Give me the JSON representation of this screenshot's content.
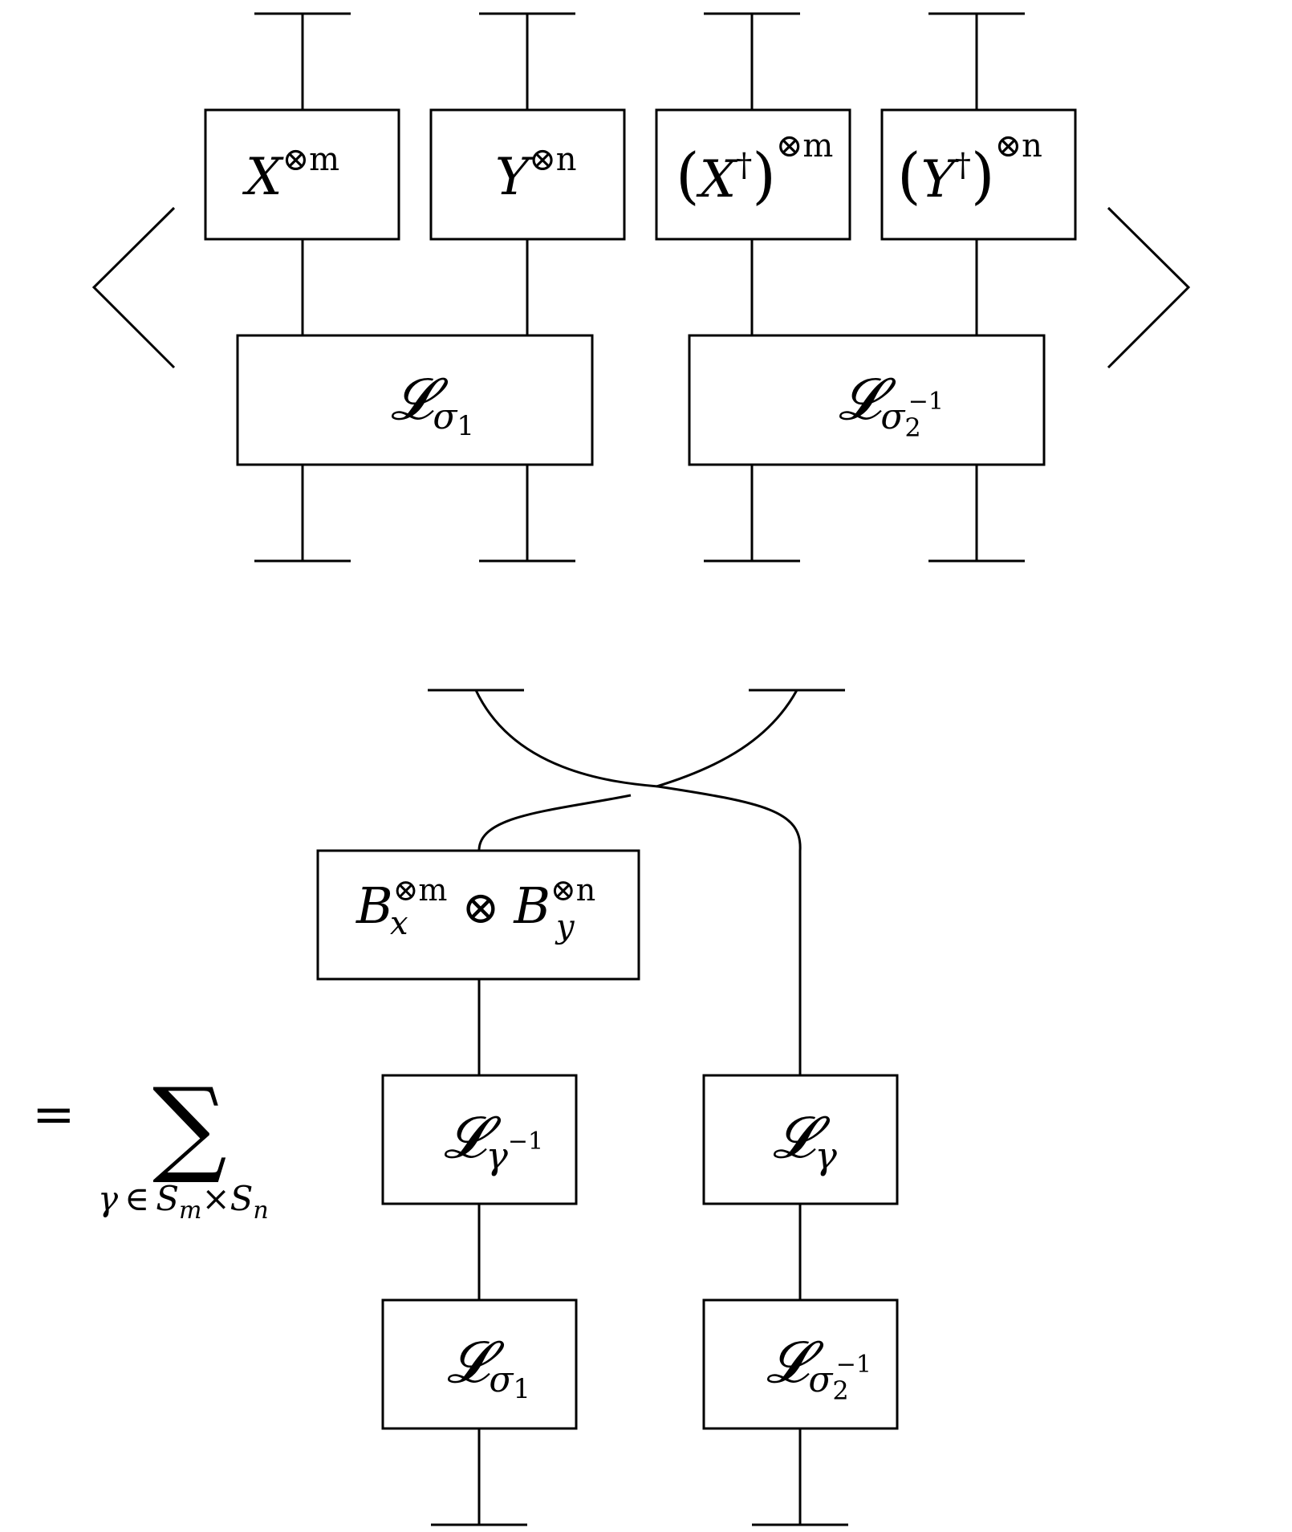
{
  "top_equation": {
    "bra": "⟨",
    "ket": "⟩",
    "boxes": {
      "x_tensor_m": {
        "base": "X",
        "sup": "⊗m"
      },
      "y_tensor_n": {
        "base": "Y",
        "sup": "⊗n"
      },
      "x_dagger_m": {
        "open": "(",
        "base": "X",
        "dagger": "†",
        "close": ")",
        "sup": "⊗m"
      },
      "y_dagger_n": {
        "open": "(",
        "base": "Y",
        "dagger": "†",
        "close": ")",
        "sup": "⊗n"
      },
      "l_sigma1": {
        "base": "𝓛",
        "sub": "σ",
        "subsub": "1"
      },
      "l_sigma2_inv": {
        "base": "𝓛",
        "sub": "σ",
        "subsub": "2",
        "subsup": "−1"
      }
    }
  },
  "bottom_equation": {
    "equals": "=",
    "sum_symbol": "∑",
    "sum_index": {
      "var": "γ",
      "in": "∈",
      "s1": "S",
      "s1sub": "m",
      "times": "×",
      "s2": "S",
      "s2sub": "n"
    },
    "boxes": {
      "bx_by": {
        "b1": "B",
        "b1sub": "x",
        "b1sup": "⊗m",
        "otimes": "⊗",
        "b2": "B",
        "b2sub": "y",
        "b2sup": "⊗n"
      },
      "l_gamma_inv": {
        "base": "𝓛",
        "sub": "γ",
        "subsup": "−1"
      },
      "l_gamma": {
        "base": "𝓛",
        "sub": "γ"
      },
      "l_sigma1": {
        "base": "𝓛",
        "sub": "σ",
        "subsub": "1"
      },
      "l_sigma2_inv": {
        "base": "𝓛",
        "sub": "σ",
        "subsub": "2",
        "subsup": "−1"
      }
    }
  }
}
